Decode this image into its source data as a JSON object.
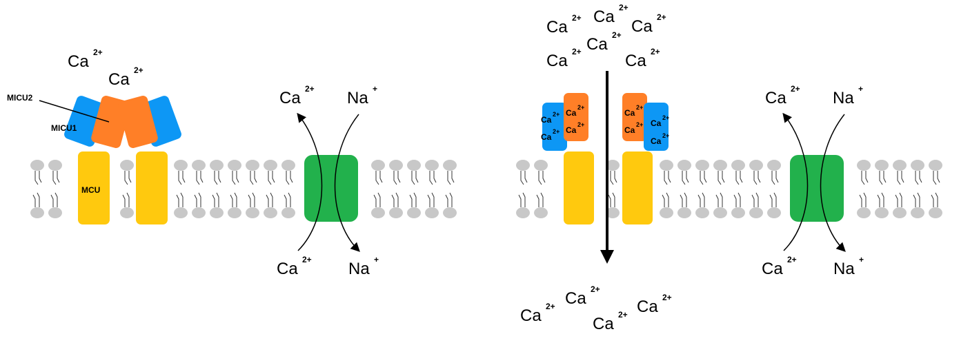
{
  "colors": {
    "micu1": "#0d97f5",
    "micu2": "#ff7f27",
    "mcu": "#ffc90e",
    "exchanger": "#22b14c",
    "lipid_head": "#c8c8c8",
    "line": "#000000"
  },
  "ions": {
    "ca_symbol": "Ca",
    "ca_charge": "2+",
    "na_symbol": "Na",
    "na_charge": "+"
  },
  "labels": {
    "micu1": "MICU1",
    "micu2": "MICU2",
    "mcu": "MCU"
  },
  "panels": [
    {
      "name": "closed-state",
      "uniporter_state": "closed",
      "free_ca_above_count": 2,
      "free_ca_below_count": 0,
      "bound_ca_count": 0,
      "exchanger": {
        "out": "Ca2+",
        "in": "Na+"
      }
    },
    {
      "name": "open-state",
      "uniporter_state": "open",
      "free_ca_above_count": 6,
      "free_ca_below_count": 4,
      "bound_ca_count": 8,
      "exchanger": {
        "out": "Ca2+",
        "in": "Na+"
      }
    }
  ]
}
